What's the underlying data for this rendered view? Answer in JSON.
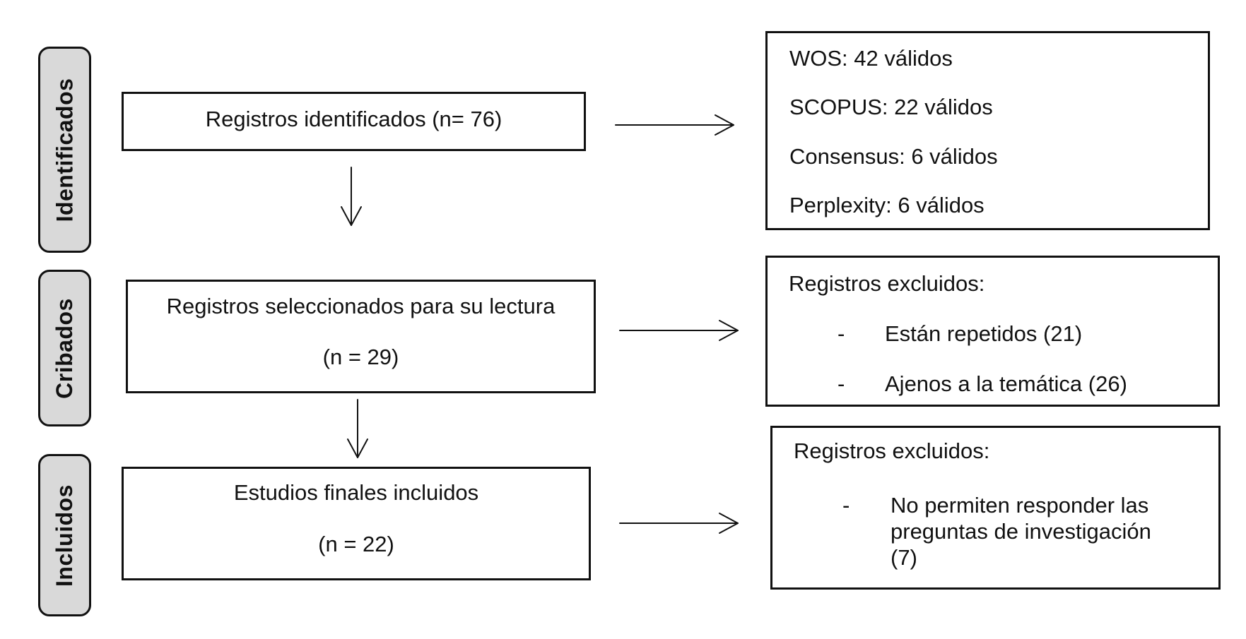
{
  "stages": {
    "identified": "Identificados",
    "screened": "Cribados",
    "included": "Incluidos"
  },
  "flow": {
    "identified_box": {
      "text": "Registros identificados (n= 76)"
    },
    "screened_box": {
      "line1": "Registros seleccionados para su lectura",
      "line2": "(n = 29)"
    },
    "included_box": {
      "line1": "Estudios finales incluidos",
      "line2": "(n = 22)"
    }
  },
  "sources": {
    "wos": "WOS: 42 válidos",
    "scopus": "SCOPUS: 22 válidos",
    "consensus": "Consensus: 6 válidos",
    "perplexity": "Perplexity: 6 válidos"
  },
  "excluded_screening": {
    "title": "Registros excluidos:",
    "bullet": "-",
    "item1": "Están repetidos (21)",
    "item2": "Ajenos a la temática (26)"
  },
  "excluded_final": {
    "title": "Registros excluidos:",
    "bullet": "-",
    "item1_line1": "No permiten responder las",
    "item1_line2": "preguntas de investigación",
    "item1_line3": "(7)"
  }
}
